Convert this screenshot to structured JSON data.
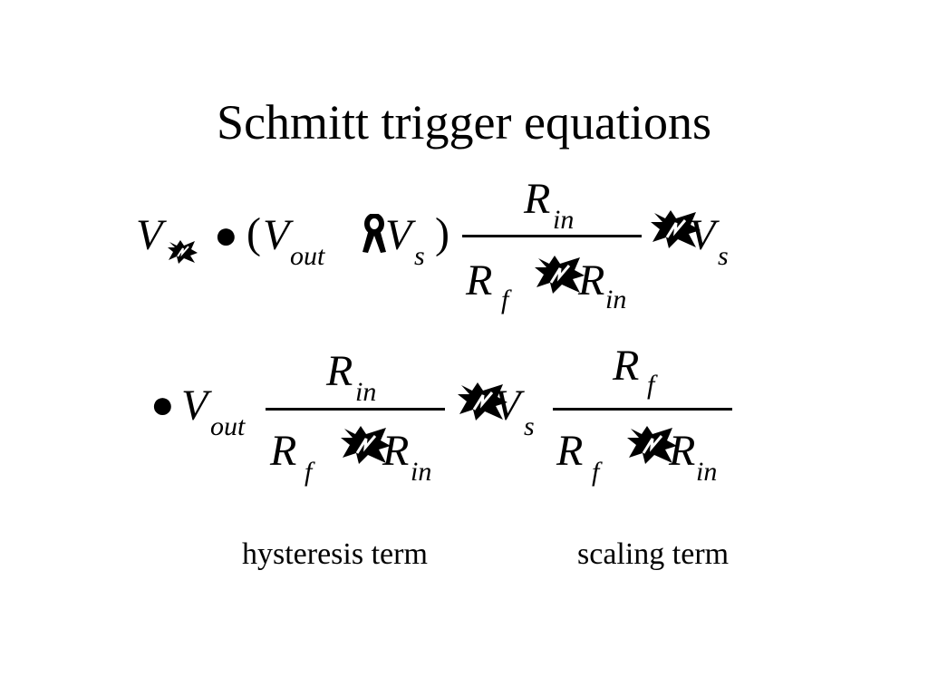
{
  "slide": {
    "title": "Schmitt trigger equations"
  },
  "equation_1": {
    "lhs_var": "V",
    "bullet": "●",
    "open_paren": "(",
    "v_out": "V",
    "out_sub": "out",
    "v_s": "V",
    "s_sub": "s",
    "close_paren": ")",
    "num_R": "R",
    "num_sub": "in",
    "den_R1": "R",
    "den_sub1": "f",
    "den_R2": "R",
    "den_sub2": "in",
    "tail_V": "V",
    "tail_sub": "s"
  },
  "equation_2": {
    "bullet": "●",
    "v_out": "V",
    "out_sub": "out",
    "frac1_num_R": "R",
    "frac1_num_sub": "in",
    "frac1_den_R1": "R",
    "frac1_den_sub1": "f",
    "frac1_den_R2": "R",
    "frac1_den_sub2": "in",
    "v_s": "V",
    "s_sub": "s",
    "frac2_num_R": "R",
    "frac2_num_sub": "f",
    "frac2_den_R1": "R",
    "frac2_den_sub1": "f",
    "frac2_den_R2": "R",
    "frac2_den_sub2": "in"
  },
  "captions": {
    "hysteresis": "hysteresis term",
    "scaling": "scaling term"
  },
  "icons": {
    "burst": "burst-icon",
    "ribbon": "ribbon-icon"
  }
}
